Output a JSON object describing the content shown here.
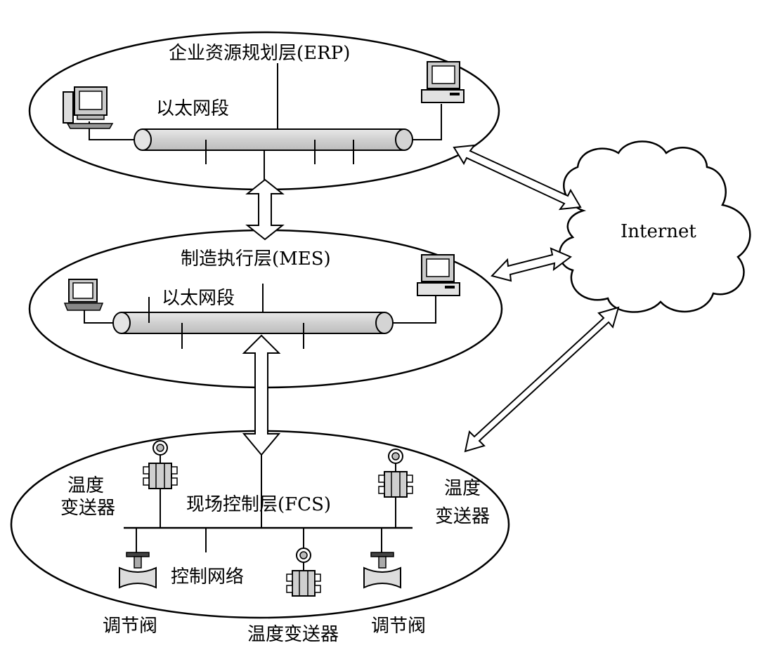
{
  "layers": {
    "erp": {
      "title": "企业资源规划层(ERP)",
      "segment_label": "以太网段"
    },
    "mes": {
      "title": "制造执行层(MES)",
      "segment_label": "以太网段"
    },
    "fcs": {
      "title": "现场控制层(FCS)",
      "network_label": "控制网络"
    }
  },
  "cloud": {
    "label": "Internet"
  },
  "devices": {
    "temp_left_line1": "温度",
    "temp_left_line2": "变送器",
    "temp_right_line1": "温度",
    "temp_right_line2": "变送器",
    "temp_bottom": "温度变送器",
    "valve_left": "调节阀",
    "valve_right": "调节阀"
  }
}
